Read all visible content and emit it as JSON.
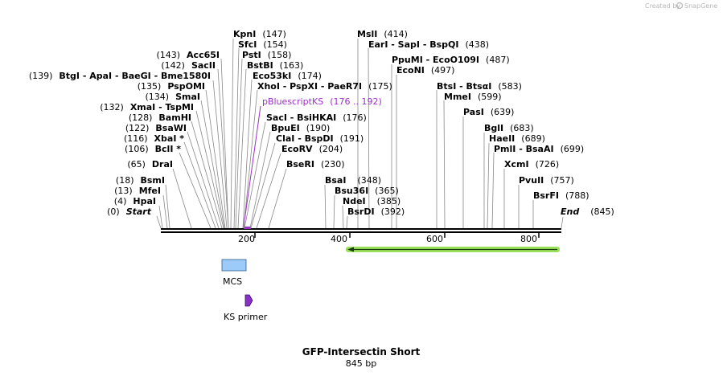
{
  "credit": {
    "text": "Created by",
    "brand": "SnapGene"
  },
  "map": {
    "title": "GFP-Intersectin Short",
    "length_label": "845 bp",
    "length_bp": 845,
    "ticks": [
      "200",
      "400",
      "600",
      "800"
    ]
  },
  "sites": [
    {
      "label": "KpnI",
      "pos": "(147)"
    },
    {
      "label": "SfcI",
      "pos": "(154)"
    },
    {
      "label": "PstI",
      "pos": "(158)"
    },
    {
      "label": "BstBI",
      "pos": "(163)"
    },
    {
      "label": "Eco53kI",
      "pos": "(174)"
    },
    {
      "label": "XhoI  -  PspXI  -  PaeR7I",
      "pos": "(175)"
    },
    {
      "label": "SacI  -  BsiHKAI",
      "pos": "(176)"
    },
    {
      "label": "BpuEI",
      "pos": "(190)"
    },
    {
      "label": "ClaI  -  BspDI",
      "pos": "(191)"
    },
    {
      "label": "EcoRV",
      "pos": "(204)"
    },
    {
      "label": "BseRI",
      "pos": "(230)"
    },
    {
      "pos": "(143)",
      "label": "Acc65I"
    },
    {
      "pos": "(142)",
      "label": "SacII"
    },
    {
      "pos": "(139)",
      "label": "BtgI  -  ApaI  -  BaeGI  -  Bme1580I"
    },
    {
      "pos": "(135)",
      "label": "PspOMI"
    },
    {
      "pos": "(134)",
      "label": "SmaI"
    },
    {
      "pos": "(132)",
      "label": "XmaI  -  TspMI"
    },
    {
      "pos": "(128)",
      "label": "BamHI"
    },
    {
      "pos": "(122)",
      "label": "BsaWI"
    },
    {
      "pos": "(116)",
      "label": "XbaI *"
    },
    {
      "pos": "(106)",
      "label": "BclI *"
    },
    {
      "pos": "(65)",
      "label": "DraI"
    },
    {
      "pos": "(18)",
      "label": "BsmI"
    },
    {
      "pos": "(13)",
      "label": "MfeI"
    },
    {
      "pos": "(4)",
      "label": "HpaI"
    },
    {
      "pos": "(0)",
      "label": "Start"
    },
    {
      "label": "MslI",
      "pos": "(414)"
    },
    {
      "label": "EarI  -  SapI  -  BspQI",
      "pos": "(438)"
    },
    {
      "label": "PpuMI  -  EcoO109I",
      "pos": "(487)"
    },
    {
      "label": "EcoNI",
      "pos": "(497)"
    },
    {
      "label": "BtsI  -  BtsαI",
      "pos": "(583)"
    },
    {
      "label": "MmeI",
      "pos": "(599)"
    },
    {
      "label": "PasI",
      "pos": "(639)"
    },
    {
      "label": "BglI",
      "pos": "(683)"
    },
    {
      "label": "HaeII",
      "pos": "(689)"
    },
    {
      "label": "PmlI  -  BsaAI",
      "pos": "(699)"
    },
    {
      "label": "XcmI",
      "pos": "(726)"
    },
    {
      "label": "PvuII",
      "pos": "(757)"
    },
    {
      "label": "BsrFI",
      "pos": "(788)"
    },
    {
      "label": "End",
      "pos": "(845)"
    },
    {
      "label": "BsaI",
      "pos": "(348)"
    },
    {
      "label": "Bsu36I",
      "pos": "(365)"
    },
    {
      "label": "NdeI",
      "pos": "(385)"
    },
    {
      "label": "BsrDI",
      "pos": "(392)"
    }
  ],
  "primer_site": {
    "label": "pBluescriptKS",
    "pos": "(176 .. 192)",
    "color": "#9b30c8"
  },
  "features": {
    "mcs": {
      "label": "MCS",
      "color": "#9ccbfa"
    },
    "ks_primer": {
      "label": "KS primer",
      "color": "#8b2fc9"
    },
    "gfp_arrow": {
      "color": "#9be05a"
    }
  }
}
